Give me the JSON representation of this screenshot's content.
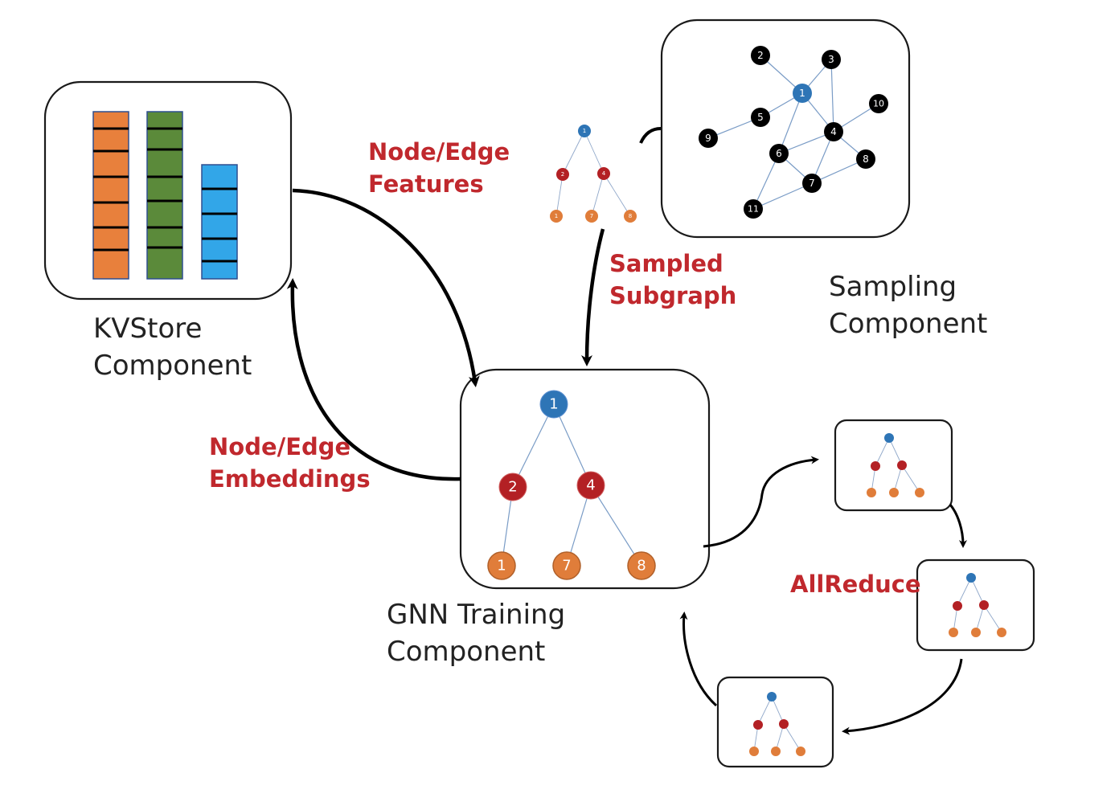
{
  "labels": {
    "kvstore_line1": "KVStore",
    "kvstore_line2": "Component",
    "sampling_line1": "Sampling",
    "sampling_line2": "Component",
    "gnn_line1": "GNN Training",
    "gnn_line2": "Component",
    "features_line1": "Node/Edge",
    "features_line2": "Features",
    "embeddings_line1": "Node/Edge",
    "embeddings_line2": "Embeddings",
    "sampled_line1": "Sampled",
    "sampled_line2": "Subgraph",
    "allreduce": "AllReduce"
  },
  "sampling_graph": {
    "nodes": [
      "1",
      "2",
      "3",
      "4",
      "5",
      "6",
      "7",
      "8",
      "9",
      "10",
      "11"
    ]
  },
  "gnn_tree": {
    "root": "1",
    "level2": [
      "2",
      "4"
    ],
    "level3": [
      "1",
      "7",
      "8"
    ]
  },
  "small_tree": {
    "root": "1",
    "level2": [
      "2",
      "4"
    ],
    "level3": [
      "1",
      "7",
      "8"
    ]
  },
  "colors": {
    "root_blue": "#2e75b6",
    "level2_red": "#b32024",
    "level3_orange": "#e07d3a",
    "bar_orange": "#e8803c",
    "bar_green": "#5b8a3a",
    "bar_blue": "#32a6e8",
    "graph_black": "#000000",
    "label_red": "#c0282d"
  }
}
